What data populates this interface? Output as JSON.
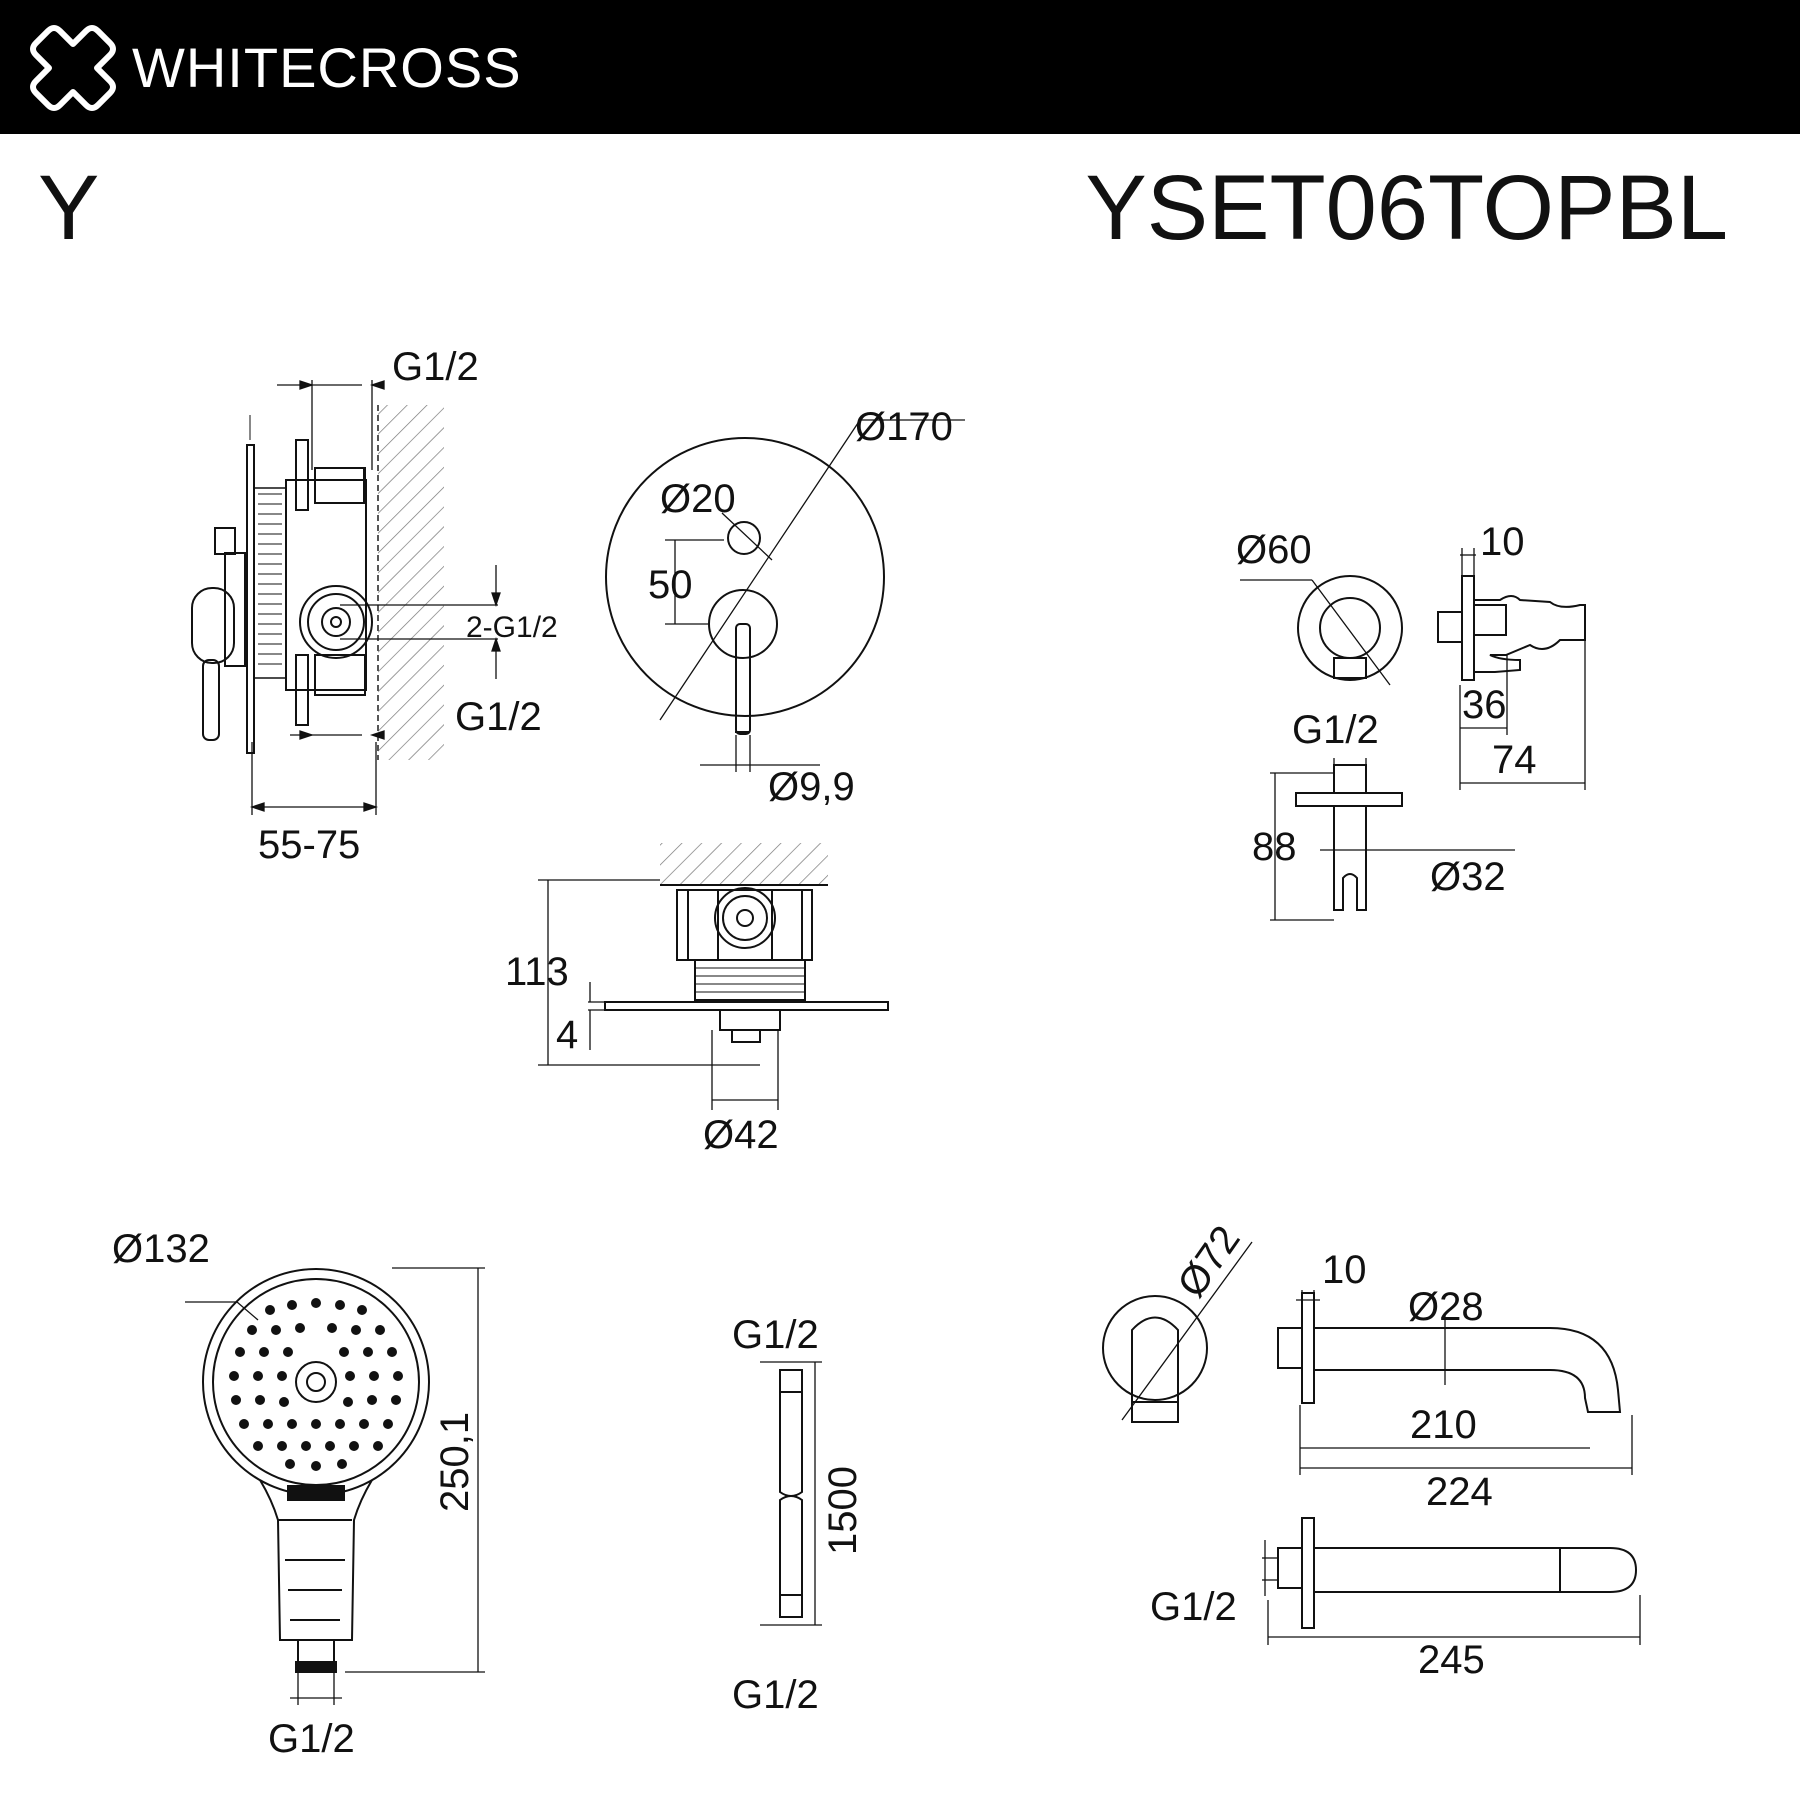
{
  "header": {
    "brand": "WHITECROSS",
    "logo_icon": "cross-logo-icon",
    "background": "#000000",
    "text_color": "#ffffff"
  },
  "series": "Y",
  "model": "YSET06TOPBL",
  "mixer": {
    "side_view": {
      "top_inlet": "G1/2",
      "side_outlets": "2-G1/2",
      "bottom_inlet": "G1/2",
      "depth_range": "55-75"
    },
    "front_view": {
      "plate_diameter": "Ø170",
      "diverter_diameter": "Ø20",
      "offset": "50",
      "lever_diameter": "Ø9,9"
    },
    "top_view": {
      "total_depth": "113",
      "plate_thickness": "4",
      "escutcheon_diameter": "Ø42"
    }
  },
  "wall_outlet": {
    "flange_diameter": "Ø60",
    "thread": "G1/2",
    "flange_thickness": "10",
    "outlet_offset": "36",
    "total_length": "74",
    "height": "88",
    "holder_diameter": "Ø32"
  },
  "hand_shower": {
    "head_diameter": "Ø132",
    "length": "250,1",
    "thread": "G1/2"
  },
  "hose": {
    "top_thread": "G1/2",
    "length": "1500",
    "bottom_thread": "G1/2"
  },
  "spout": {
    "rosette_diameter": "Ø72",
    "rosette_thickness": "10",
    "pipe_diameter": "Ø28",
    "reach": "210",
    "total_length": "224",
    "thread": "G1/2",
    "top_length": "245"
  }
}
